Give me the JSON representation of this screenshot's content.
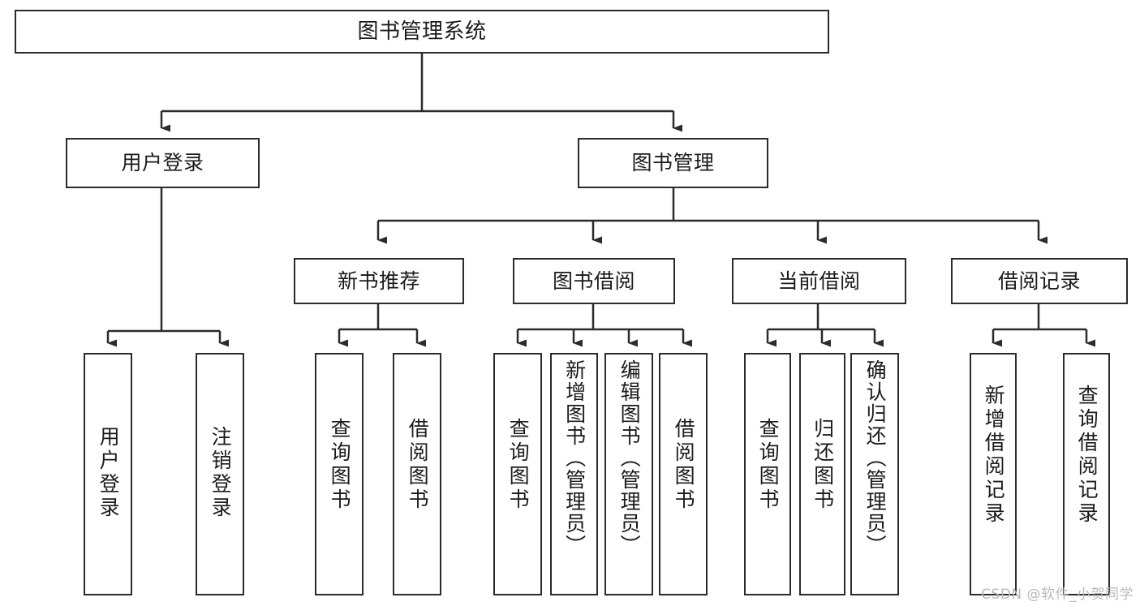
{
  "diagram": {
    "title": "图书管理系统",
    "type": "hierarchy-tree",
    "watermark": "CSDN @软件_小贺同学",
    "colors": {
      "stroke": "#2b2b2b",
      "fill": "#ffffff",
      "text": "#1b1b1b",
      "watermark": "#b9b9b9"
    },
    "levels": {
      "root": [
        "图书管理系统"
      ],
      "level2": [
        "用户登录",
        "图书管理"
      ],
      "level3": [
        "新书推荐",
        "图书借阅",
        "当前借阅",
        "借阅记录"
      ],
      "leaves": [
        "用户登录",
        "注销登录",
        "查询图书",
        "借阅图书",
        "查询图书",
        "新增图书（管理员）",
        "编辑图书（管理员）",
        "借阅图书",
        "查询图书",
        "归还图书",
        "确认归还（管理员）",
        "新增借阅记录",
        "查询借阅记录"
      ]
    },
    "nodes": {
      "root": {
        "label": "图书管理系统"
      },
      "user_login": {
        "label": "用户登录"
      },
      "book_manage": {
        "label": "图书管理"
      },
      "new_book_rec": {
        "label": "新书推荐"
      },
      "book_borrow": {
        "label": "图书借阅"
      },
      "current_borrow": {
        "label": "当前借阅"
      },
      "borrow_record": {
        "label": "借阅记录"
      },
      "leaf_user_login": {
        "label": "用户登录"
      },
      "leaf_logout": {
        "label": "注销登录"
      },
      "leaf_query_book_1": {
        "label": "查询图书"
      },
      "leaf_borrow_book_1": {
        "label": "借阅图书"
      },
      "leaf_query_book_2": {
        "label": "查询图书"
      },
      "leaf_add_book": {
        "label": "新增图书（管理员）"
      },
      "leaf_edit_book": {
        "label": "编辑图书（管理员）"
      },
      "leaf_borrow_book_2": {
        "label": "借阅图书"
      },
      "leaf_query_book_3": {
        "label": "查询图书"
      },
      "leaf_return_book": {
        "label": "归还图书"
      },
      "leaf_confirm_return": {
        "label": "确认归还（管理员）"
      },
      "leaf_add_record": {
        "label": "新增借阅记录"
      },
      "leaf_query_record": {
        "label": "查询借阅记录"
      }
    }
  }
}
